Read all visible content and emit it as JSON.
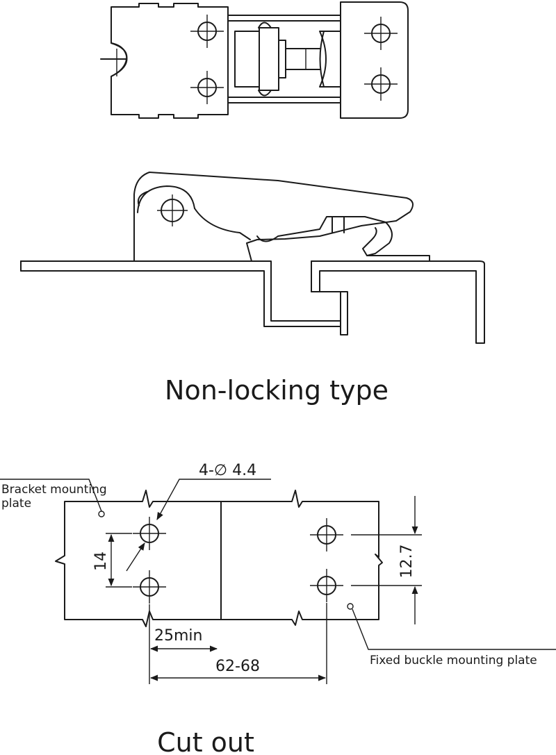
{
  "captions": {
    "non_locking": "Non-locking type",
    "cut_out": "Cut out"
  },
  "labels": {
    "bracket_line1": "Bracket mounting",
    "bracket_line2": "plate",
    "holes": "4-∅ 4.4",
    "fixed_plate": "Fixed buckle mounting plate"
  },
  "dimensions": {
    "vertical_left": "14",
    "vertical_right": "12.7",
    "gap_min": "25min",
    "span": "62-68"
  }
}
